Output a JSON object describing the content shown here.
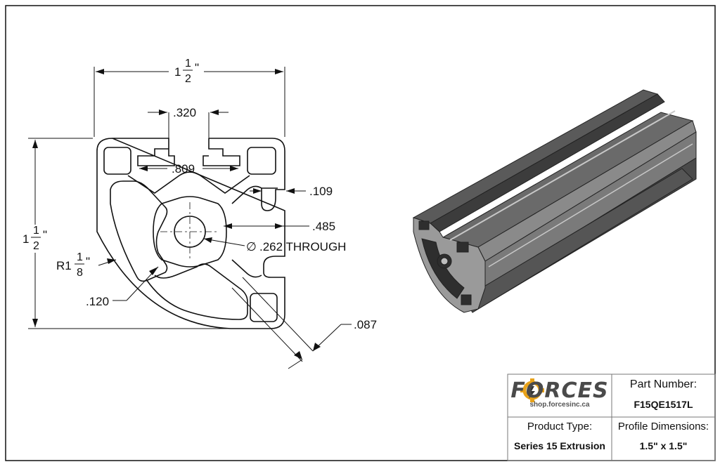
{
  "drawing": {
    "dim_width_whole": "1",
    "dim_width_num": "1",
    "dim_width_den": "2",
    "dim_width_unit": "\"",
    "dim_height_whole": "1",
    "dim_height_num": "1",
    "dim_height_den": "2",
    "dim_height_unit": "\"",
    "dim_slot": ".320",
    "dim_inner": ".809",
    "dim_lip": ".109",
    "dim_center": ".485",
    "dim_hole": ".262 THROUGH",
    "dim_hole_symbol": "∅",
    "dim_radius_prefix": "R1",
    "dim_radius_num": "1",
    "dim_radius_den": "8",
    "dim_radius_unit": "\"",
    "dim_wall": ".120",
    "dim_web": ".087"
  },
  "title_block": {
    "logo_word": "FORCES",
    "logo_url": "shop.forcesinc.ca",
    "part_number_label": "Part Number:",
    "part_number_value": "F15QE1517L",
    "product_type_label": "Product Type:",
    "product_type_value": "Series 15 Extrusion",
    "profile_dimensions_label": "Profile Dimensions:",
    "profile_dimensions_value": "1.5\" x 1.5\""
  },
  "colors": {
    "line": "#111111",
    "extrusion_dark": "#3c3c3c",
    "extrusion_mid": "#5a5a5a",
    "extrusion_light": "#8a8a8a",
    "logo_gear": "#e8a21a"
  }
}
